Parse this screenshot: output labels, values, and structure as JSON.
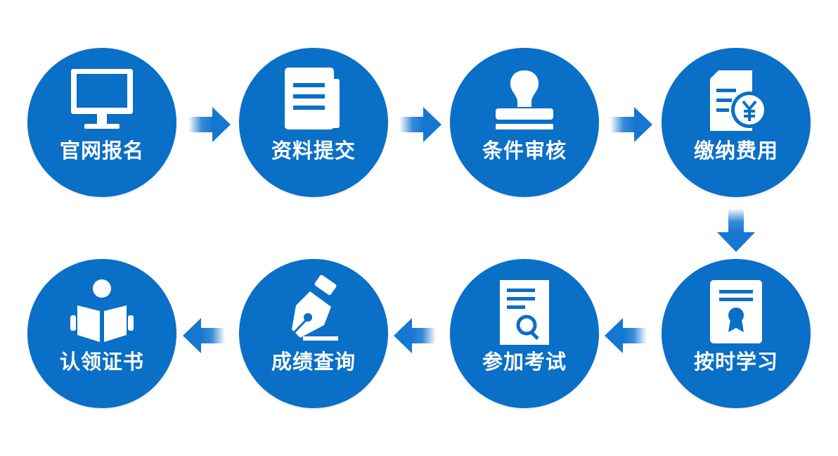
{
  "steps": [
    {
      "label": "官网报名",
      "icon": "monitor-icon"
    },
    {
      "label": "资料提交",
      "icon": "document-icon"
    },
    {
      "label": "条件审核",
      "icon": "stamp-icon"
    },
    {
      "label": "缴纳费用",
      "icon": "payment-icon"
    },
    {
      "label": "按时学习",
      "icon": "certificate-icon"
    },
    {
      "label": "参加考试",
      "icon": "exam-search-icon"
    },
    {
      "label": "成绩查询",
      "icon": "pen-nib-icon"
    },
    {
      "label": "认领证书",
      "icon": "reading-person-icon"
    }
  ],
  "colors": {
    "circle": "#0a6fc6",
    "arrow": "#1677d2",
    "icon": "#ffffff",
    "background": "#ffffff"
  }
}
